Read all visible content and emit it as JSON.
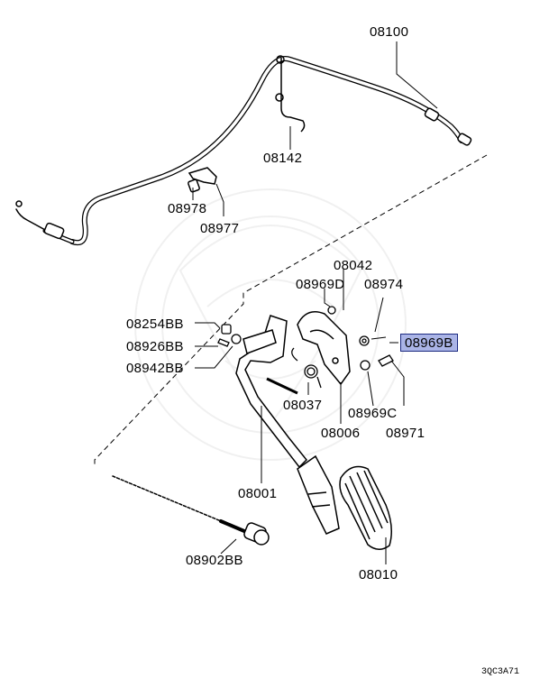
{
  "labels": {
    "p08100": "08100",
    "p08142": "08142",
    "p08978": "08978",
    "p08977": "08977",
    "p08042": "08042",
    "p08969D": "08969D",
    "p08974": "08974",
    "p08969B": "08969B",
    "p08254BB": "08254BB",
    "p08926BB": "08926BB",
    "p08942BB": "08942BB",
    "p08037": "08037",
    "p08969C": "08969C",
    "p08006": "08006",
    "p08971": "08971",
    "p08001": "08001",
    "p08902BB": "08902BB",
    "p08010": "08010"
  },
  "highlighted_part": "08969B",
  "highlight_color": "#aab4e6",
  "diagram_code": "3QC3A71"
}
